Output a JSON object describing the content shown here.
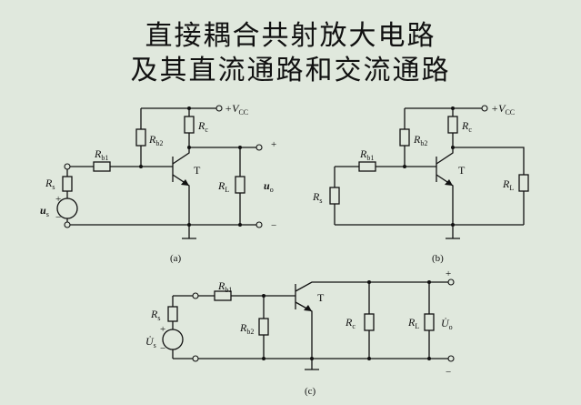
{
  "title": {
    "line1": "直接耦合共射放大电路",
    "line2": "及其直流通路和交流通路"
  },
  "supply": {
    "symbol": "V",
    "sub": "CC",
    "prefix": "+"
  },
  "labels": {
    "R": "R",
    "s": "s",
    "b1": "b1",
    "b2": "b2",
    "c": "c",
    "L": "L",
    "T": "T",
    "u": "u",
    "o": "o",
    "U": "U̇",
    "plus": "+",
    "minus": "−"
  },
  "captions": {
    "a": "(a)",
    "b": "(b)",
    "c": "(c)"
  }
}
